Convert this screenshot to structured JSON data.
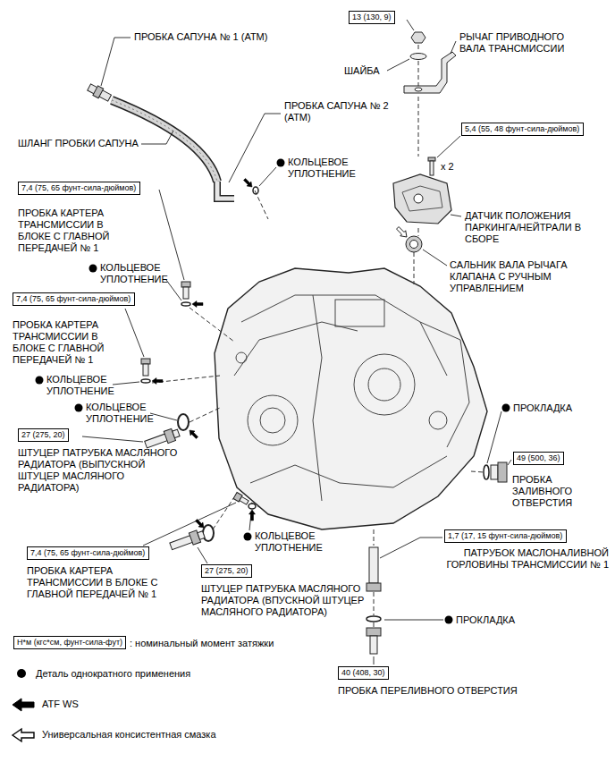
{
  "diagram": {
    "nodes": [
      {
        "text": [
          "13 (130, 9)"
        ]
      },
      {
        "text": [
          "5,4 (55, 48 фунт-сила-дюймов)"
        ]
      },
      {
        "text": [
          "7,4 (75, 65 фунт-сила-дюймов)"
        ]
      },
      {
        "text": [
          "7,4 (75, 65 фунт-сила-дюймов)"
        ]
      },
      {
        "text": [
          "27 (275, 20)"
        ]
      },
      {
        "text": [
          "49 (500, 36)"
        ]
      },
      {
        "text": [
          "1,7 (17, 15 фунт-сила-дюймов)"
        ]
      },
      {
        "text": [
          "7,4 (75, 65 фунт-сила-дюймов)"
        ]
      },
      {
        "text": [
          "27 (275, 20)"
        ]
      },
      {
        "text": [
          "40 (408, 30)"
        ]
      },
      {
        "text": [
          "Н*м (кгс*см, фунт-сила-фут)"
        ]
      }
    ],
    "labels": [
      "ПРОБКА САПУНА № 1 (АТМ)",
      "РЫЧАГ ПРИВОДНОГО ВАЛА ТРАНСМИССИИ",
      "ШАЙБА",
      "ПРОБКА САПУНА № 2 (АТМ)",
      "ШЛАНГ ПРОБКИ САПУНА",
      "КОЛЬЦЕВОЕ УПЛОТНЕНИЕ",
      "ПРОБКА КАРТЕРА ТРАНСМИССИИ В БЛОКЕ С ГЛАВНОЙ ПЕРЕДАЧЕЙ № 1",
      "ДАТЧИК ПОЛОЖЕНИЯ ПАРКИНГА/НЕЙТРАЛИ В СБОРЕ",
      "КОЛЬЦЕВОЕ УПЛОТНЕНИЕ",
      "САЛЬНИК ВАЛА РЫЧАГА КЛАПАНА С РУЧНЫМ УПРАВЛЕНИЕМ",
      "ПРОБКА КАРТЕРА ТРАНСМИССИИ В БЛОКЕ С ГЛАВНОЙ ПЕРЕДАЧЕЙ № 1",
      "КОЛЬЦЕВОЕ УПЛОТНЕНИЕ",
      "КОЛЬЦЕВОЕ УПЛОТНЕНИЕ",
      "ПРОКЛАДКА",
      "ШТУЦЕР ПАТРУБКА МАСЛЯНОГО РАДИАТОРА (ВЫПУСКНОЙ ШТУЦЕР МАСЛЯНОГО РАДИАТОРА)",
      "ПРОБКА ЗАЛИВНОГО ОТВЕРСТИЯ",
      "КОЛЬЦЕВОЕ УПЛОТНЕНИЕ",
      "ПАТРУБОК МАСЛОНАЛИВНОЙ ГОРЛОВИНЫ ТРАНСМИССИИ № 1",
      "ПРОБКА КАРТЕРА ТРАНСМИССИИ В БЛОКЕ С ГЛАВНОЙ ПЕРЕДАЧЕЙ № 1",
      "ШТУЦЕР ПАТРУБКА МАСЛЯНОГО РАДИАТОРА (ВПУСКНОЙ ШТУЦЕР МАСЛЯНОГО РАДИАТОРА)",
      "ПРОКЛАДКА",
      "x 2",
      "ПРОБКА ПЕРЕЛИВНОГО ОТВЕРСТИЯ"
    ],
    "legend": [
      {
        "text": ": номинальный момент затяжки"
      },
      {
        "text": "Деталь однократного применения"
      },
      {
        "text": "ATF WS"
      },
      {
        "text": "Универсальная консистентная смазка"
      }
    ]
  }
}
